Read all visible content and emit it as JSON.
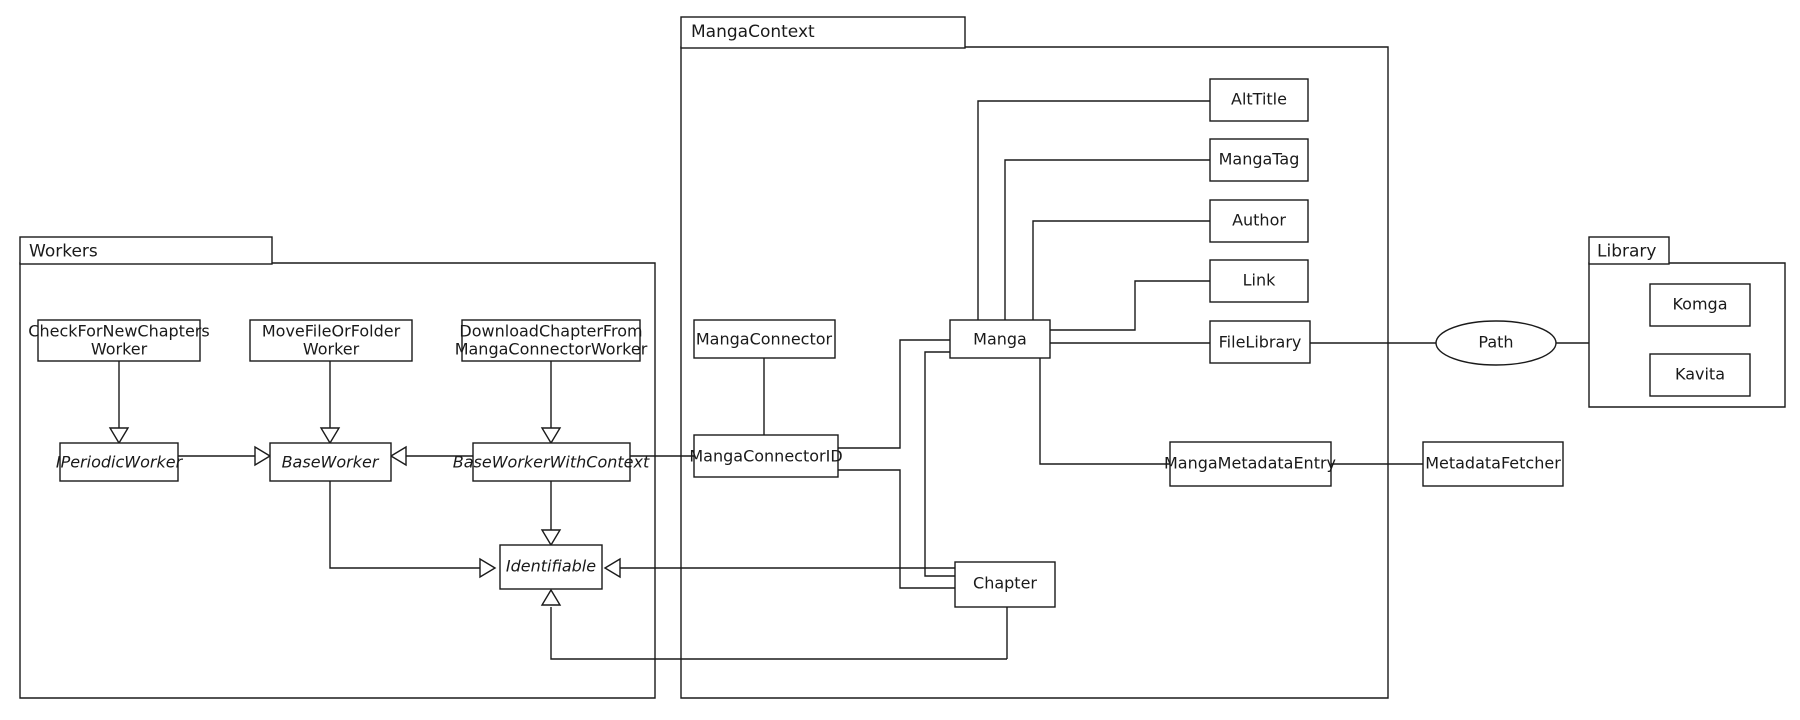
{
  "diagram": {
    "title": "Class diagram",
    "background_color": "#ffffff",
    "line_color": "#1a1a1a"
  },
  "packages": {
    "workers": {
      "label": "Workers"
    },
    "manga_context": {
      "label": "MangaContext"
    },
    "library": {
      "label": "Library"
    }
  },
  "nodes": {
    "check_for_new_chapters_worker": {
      "line1": "CheckForNewChapters",
      "line2": "Worker"
    },
    "move_file_or_folder_worker": {
      "line1": "MoveFileOrFolder",
      "line2": "Worker"
    },
    "download_chapter_from_manga_connector_worker": {
      "line1": "DownloadChapterFrom",
      "line2": "MangaConnectorWorker"
    },
    "iperiodicworker": {
      "label": "IPeriodicWorker"
    },
    "baseworker": {
      "label": "BaseWorker"
    },
    "baseworkerwithcontext": {
      "label": "BaseWorkerWithContext"
    },
    "identifiable": {
      "label": "Identifiable"
    },
    "mangaconnector": {
      "label": "MangaConnector"
    },
    "mangaconnectorid": {
      "label": "MangaConnectorID"
    },
    "manga": {
      "label": "Manga"
    },
    "chapter": {
      "label": "Chapter"
    },
    "alttitle": {
      "label": "AltTitle"
    },
    "mangatag": {
      "label": "MangaTag"
    },
    "author": {
      "label": "Author"
    },
    "link": {
      "label": "Link"
    },
    "filelibrary": {
      "label": "FileLibrary"
    },
    "mangametadataentry": {
      "label": "MangaMetadataEntry"
    },
    "metadatafetcher": {
      "label": "MetadataFetcher"
    },
    "path": {
      "label": "Path"
    },
    "komga": {
      "label": "Komga"
    },
    "kavita": {
      "label": "Kavita"
    }
  }
}
